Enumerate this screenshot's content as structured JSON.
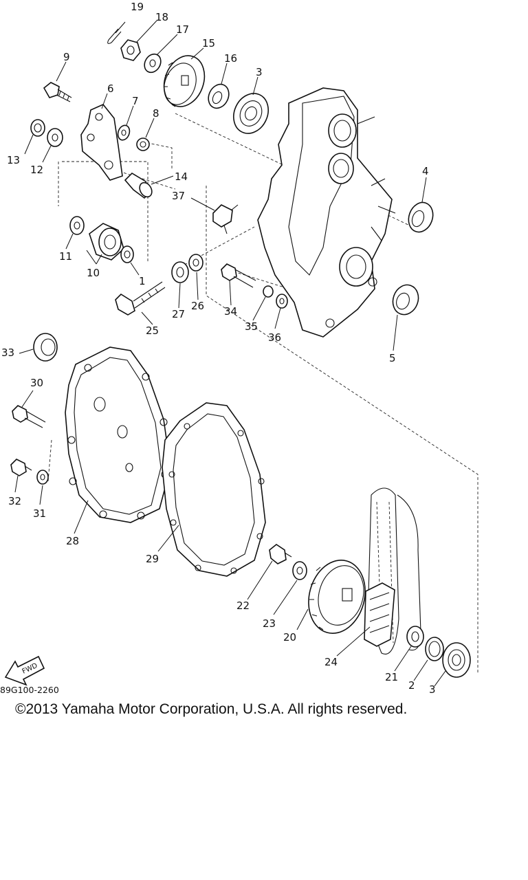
{
  "diagram": {
    "part_numbers": [
      "19",
      "18",
      "17",
      "15",
      "16",
      "3",
      "9",
      "6",
      "7",
      "8",
      "13",
      "12",
      "14",
      "37",
      "4",
      "11",
      "10",
      "1",
      "25",
      "27",
      "26",
      "34",
      "35",
      "36",
      "5",
      "33",
      "30",
      "32",
      "31",
      "28",
      "29",
      "22",
      "23",
      "20",
      "24",
      "21",
      "2",
      "3"
    ],
    "fwd_label": "FWD",
    "reference_code": "89G100-2260",
    "copyright": "©2013 Yamaha Motor Corporation, U.S.A. All rights reserved."
  }
}
